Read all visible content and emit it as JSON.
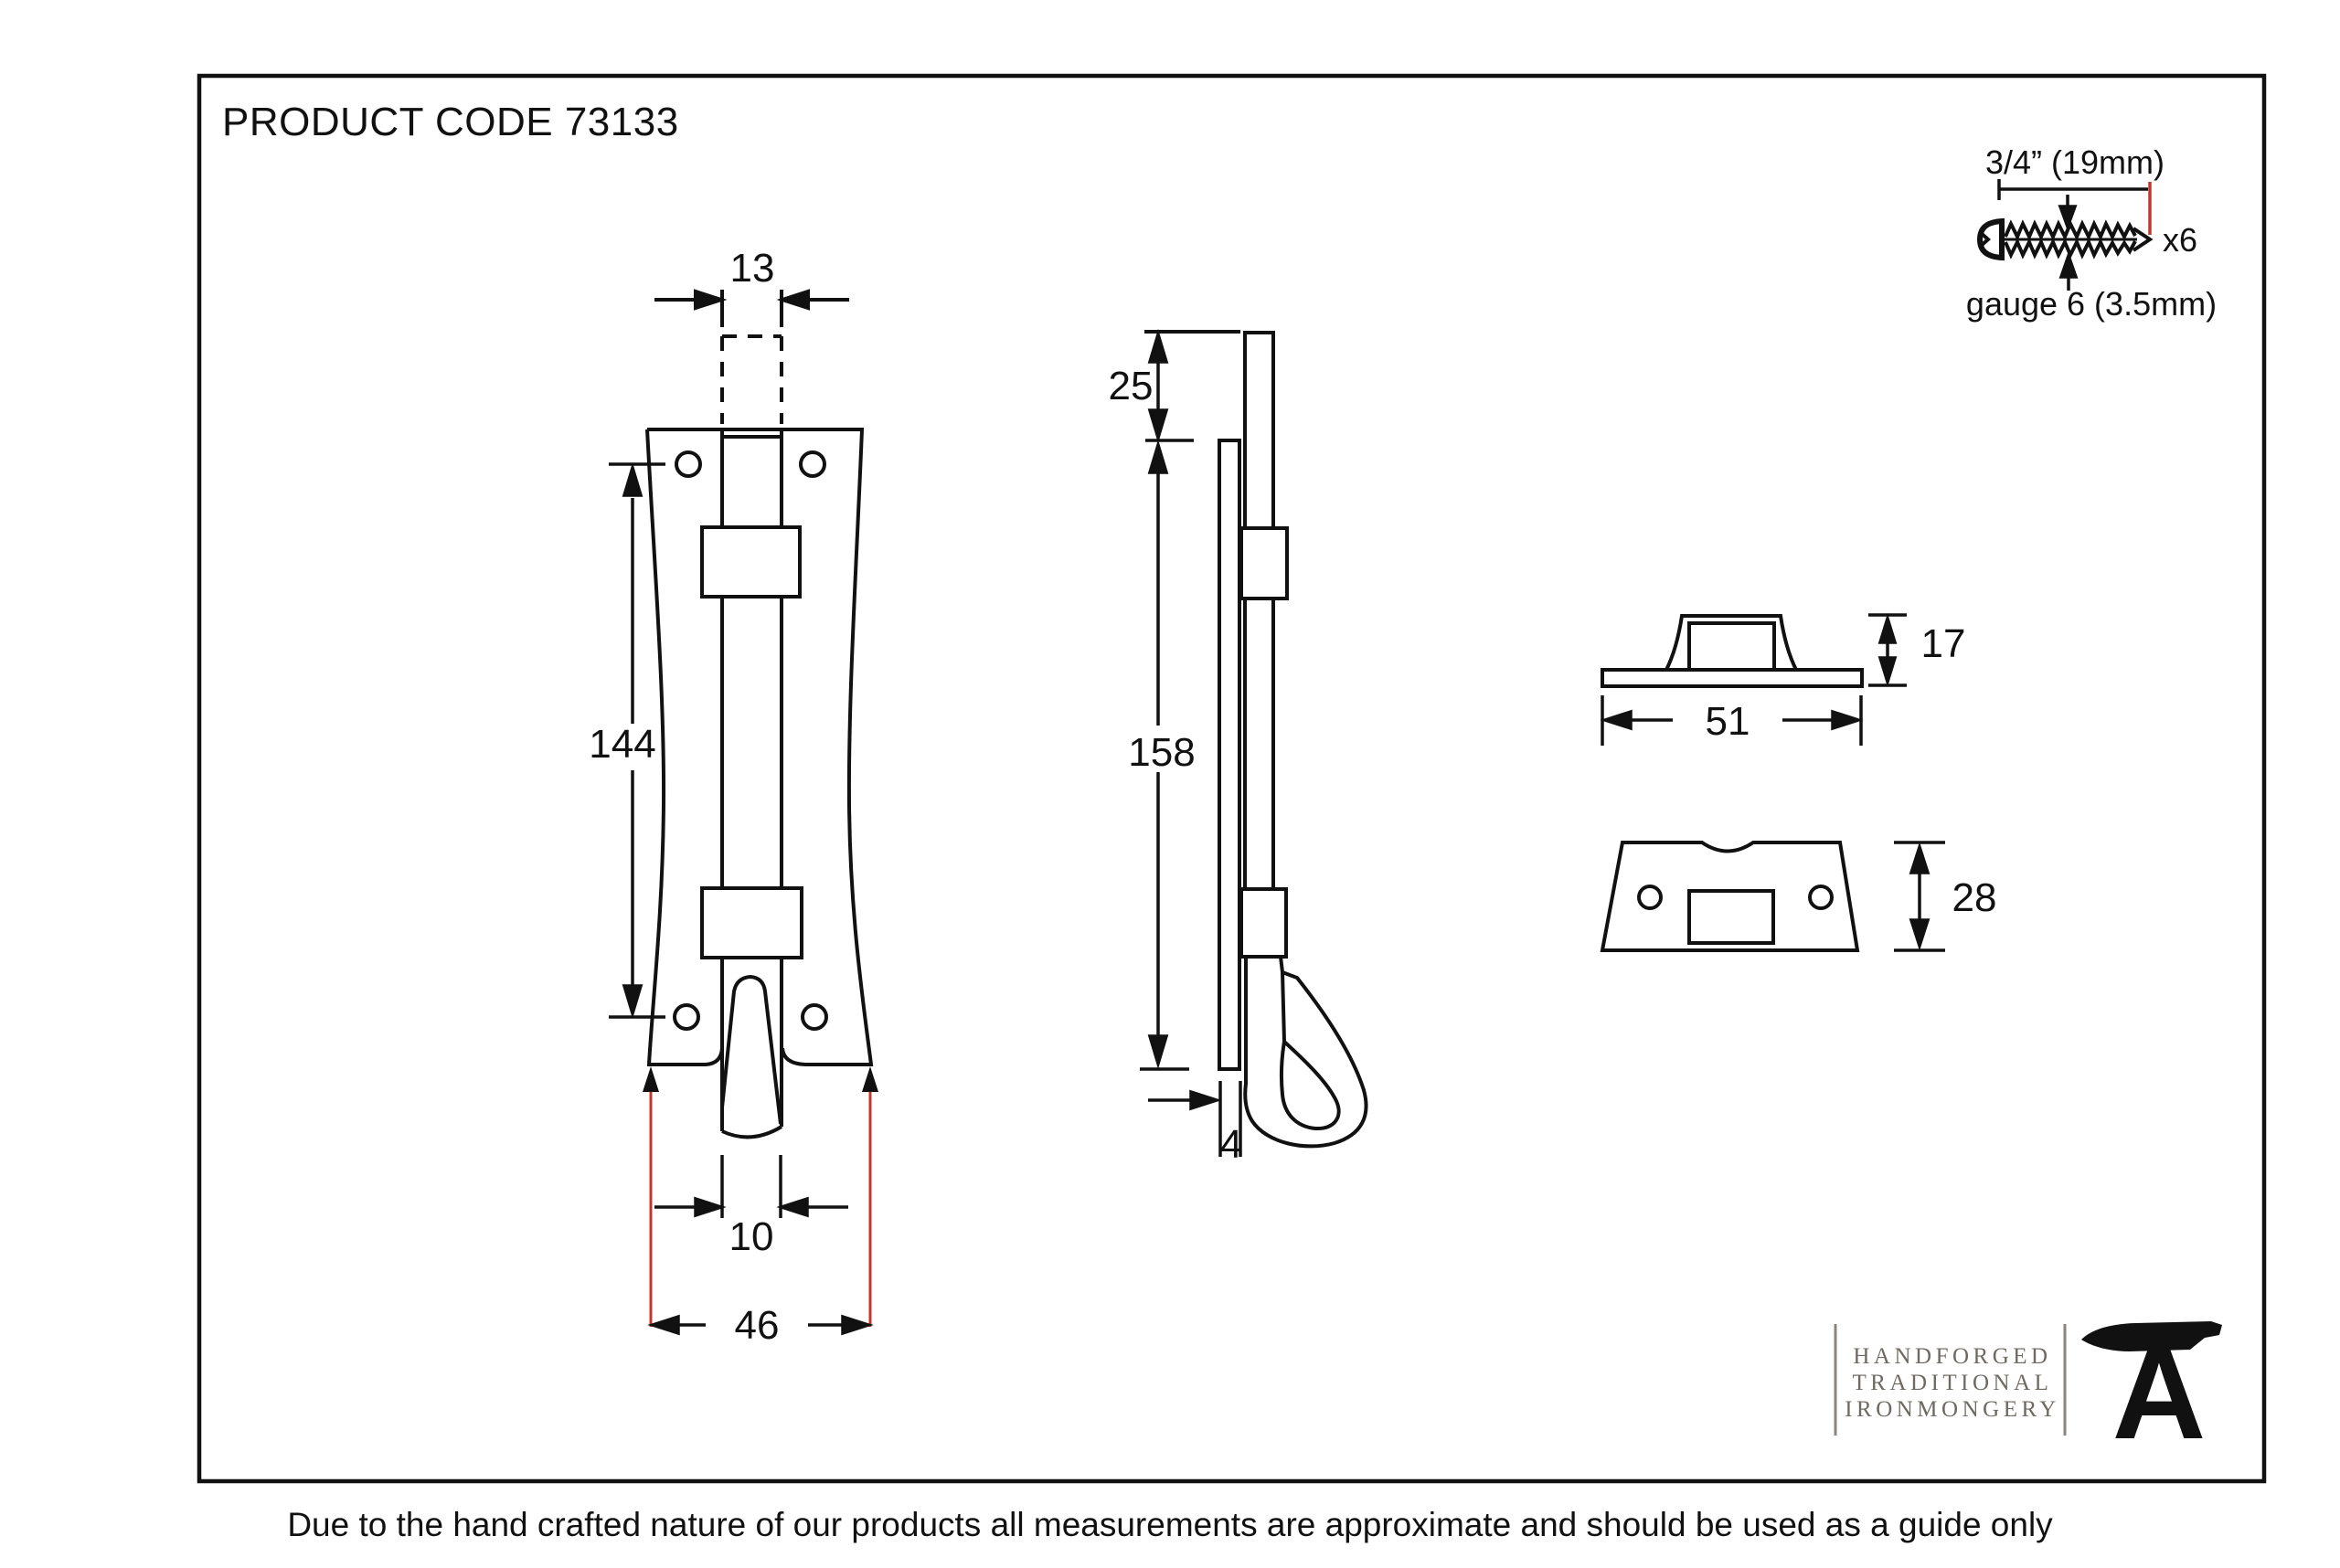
{
  "title": "PRODUCT CODE 73133",
  "views": {
    "front": {
      "bolt_width_mm": "13",
      "hole_spacing_mm": "144",
      "tail_width_mm": "10",
      "plate_width_mm": "46"
    },
    "side": {
      "throw_mm": "25",
      "plate_length_mm": "158",
      "plate_thickness_mm": "4"
    },
    "keeper_profile": {
      "width_mm": "51",
      "height_mm": "17"
    },
    "keeper_face": {
      "height_mm": "28"
    }
  },
  "screw": {
    "length_label": "3/4” (19mm)",
    "quantity_label": "x6",
    "gauge_label": "gauge 6 (3.5mm)"
  },
  "logo": {
    "line1": "HANDFORGED",
    "line2": "TRADITIONAL",
    "line3": "IRONMONGERY",
    "anvil_letter": "A"
  },
  "footer": {
    "disclaimer": "Due to the hand crafted nature of our products all measurements are approximate and should be used as a guide only"
  },
  "colors": {
    "line": "#111111",
    "accent_red": "#c0392b",
    "logo_text": "#6e6961",
    "logo_bar": "#8a8580"
  }
}
